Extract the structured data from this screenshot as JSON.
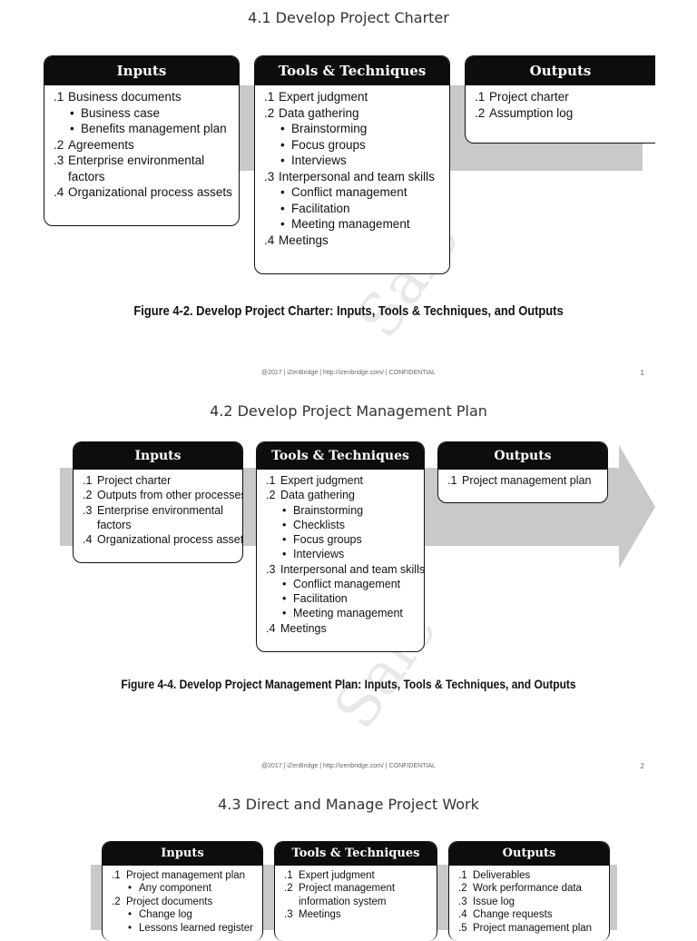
{
  "sections": [
    {
      "title": "4.1 Develop Project Charter",
      "inputs": {
        "heading": "Inputs",
        "items": [
          {
            "num": ".1",
            "text": "Business documents",
            "subs": [
              "Business case",
              "Benefits management plan"
            ]
          },
          {
            "num": ".2",
            "text": "Agreements",
            "subs": []
          },
          {
            "num": ".3",
            "text": "Enterprise environmental",
            "cont": "factors",
            "subs": []
          },
          {
            "num": ".4",
            "text": "Organizational process assets",
            "subs": []
          }
        ]
      },
      "tools": {
        "heading": "Tools & Techniques",
        "items": [
          {
            "num": ".1",
            "text": "Expert judgment",
            "subs": []
          },
          {
            "num": ".2",
            "text": "Data gathering",
            "subs": [
              "Brainstorming",
              "Focus groups",
              "Interviews"
            ]
          },
          {
            "num": ".3",
            "text": "Interpersonal and team skills",
            "subs": [
              "Conflict management",
              "Facilitation",
              "Meeting management"
            ]
          },
          {
            "num": ".4",
            "text": "Meetings",
            "subs": []
          }
        ]
      },
      "outputs": {
        "heading": "Outputs",
        "items": [
          {
            "num": ".1",
            "text": "Project charter",
            "subs": []
          },
          {
            "num": ".2",
            "text": "Assumption log",
            "subs": []
          }
        ]
      },
      "caption": "Figure 4-2. Develop Project Charter: Inputs, Tools & Techniques, and Outputs",
      "footer": "@2017 | iZenBridge | http://izenbridge.com/ | CONFIDENTIAL",
      "page": "1"
    },
    {
      "title": "4.2 Develop Project Management Plan",
      "inputs": {
        "heading": "Inputs",
        "items": [
          {
            "num": ".1",
            "text": "Project charter",
            "subs": []
          },
          {
            "num": ".2",
            "text": "Outputs from other processes",
            "subs": []
          },
          {
            "num": ".3",
            "text": "Enterprise environmental",
            "cont": "factors",
            "subs": []
          },
          {
            "num": ".4",
            "text": "Organizational process assets",
            "subs": []
          }
        ]
      },
      "tools": {
        "heading": "Tools & Techniques",
        "items": [
          {
            "num": ".1",
            "text": "Expert judgment",
            "subs": []
          },
          {
            "num": ".2",
            "text": "Data gathering",
            "subs": [
              "Brainstorming",
              "Checklists",
              "Focus groups",
              "Interviews"
            ]
          },
          {
            "num": ".3",
            "text": "Interpersonal and team skills",
            "subs": [
              "Conflict management",
              "Facilitation",
              "Meeting management"
            ]
          },
          {
            "num": ".4",
            "text": "Meetings",
            "subs": []
          }
        ]
      },
      "outputs": {
        "heading": "Outputs",
        "items": [
          {
            "num": ".1",
            "text": "Project management plan",
            "subs": []
          }
        ]
      },
      "caption": "Figure 4-4. Develop Project Management Plan: Inputs, Tools & Techniques, and Outputs",
      "footer": "@2017 | iZenBridge | http://izenbridge.com/ | CONFIDENTIAL",
      "page": "2"
    },
    {
      "title": "4.3 Direct and Manage Project Work",
      "inputs": {
        "heading": "Inputs",
        "items": [
          {
            "num": ".1",
            "text": "Project management plan",
            "subs": [
              "Any component"
            ]
          },
          {
            "num": ".2",
            "text": "Project documents",
            "subs": [
              "Change log",
              "Lessons learned register"
            ]
          }
        ]
      },
      "tools": {
        "heading": "Tools & Techniques",
        "items": [
          {
            "num": ".1",
            "text": "Expert judgment",
            "subs": []
          },
          {
            "num": ".2",
            "text": "Project management",
            "cont": "information system",
            "subs": []
          },
          {
            "num": ".3",
            "text": "Meetings",
            "subs": []
          }
        ]
      },
      "outputs": {
        "heading": "Outputs",
        "items": [
          {
            "num": ".1",
            "text": "Deliverables",
            "subs": []
          },
          {
            "num": ".2",
            "text": "Work performance data",
            "subs": []
          },
          {
            "num": ".3",
            "text": "Issue log",
            "subs": []
          },
          {
            "num": ".4",
            "text": "Change requests",
            "subs": []
          },
          {
            "num": ".5",
            "text": "Project management plan",
            "subs": []
          }
        ]
      }
    }
  ],
  "watermark": "Sale"
}
